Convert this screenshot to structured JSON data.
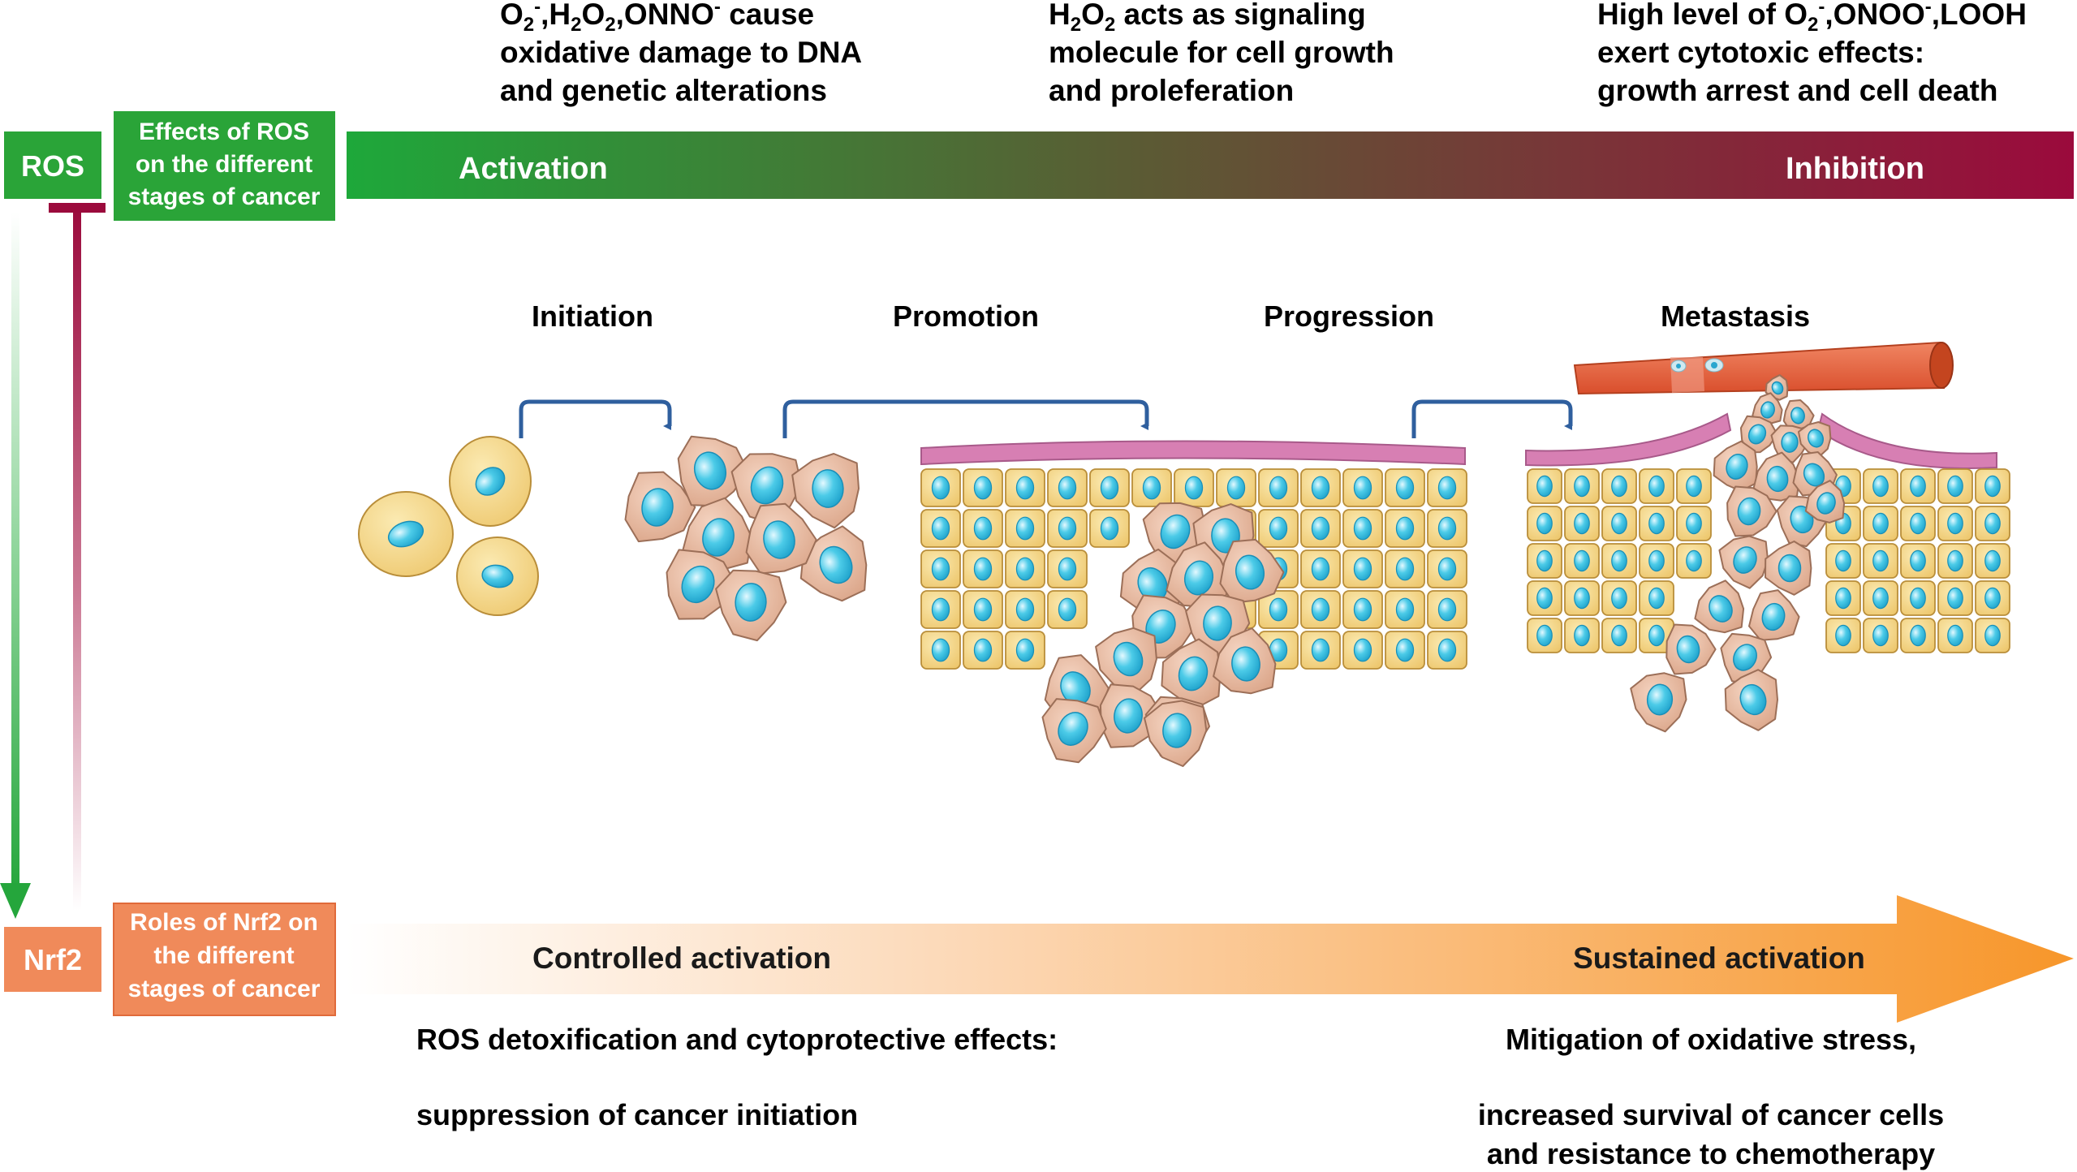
{
  "ros": {
    "label": "ROS",
    "effects_box": [
      "Effects of ROS",
      "on the different",
      "stages of cancer"
    ],
    "bar_left": "Activation",
    "bar_right": "Inhibition",
    "notes": [
      {
        "lines": [
          [
            "O",
            {
              "sub": "2"
            },
            {
              "sup": "-"
            },
            ",H",
            {
              "sub": "2"
            },
            "O",
            {
              "sub": "2"
            },
            ",ONNO",
            {
              "sup": "-"
            },
            " cause"
          ],
          [
            "oxidative damage to DNA"
          ],
          [
            "and genetic alterations"
          ]
        ]
      },
      {
        "lines": [
          [
            "H",
            {
              "sub": "2"
            },
            "O",
            {
              "sub": "2"
            },
            " acts as signaling"
          ],
          [
            "molecule for cell growth"
          ],
          [
            "and proleferation"
          ]
        ]
      },
      {
        "lines": [
          [
            "High level of O",
            {
              "sub": "2"
            },
            {
              "sup": "-"
            },
            ",ONOO",
            {
              "sup": "-"
            },
            ",LOOH"
          ],
          [
            "exert cytotoxic effects:"
          ],
          [
            "growth arrest and cell death"
          ]
        ]
      }
    ],
    "colors": {
      "green": "#2aa438",
      "crimson": "#9b0a3c"
    }
  },
  "stages": [
    "Initiation",
    "Promotion",
    "Progression",
    "Metastasis"
  ],
  "nrf2": {
    "label": "Nrf2",
    "roles_box": [
      "Roles of Nrf2 on",
      "the different",
      "stages of cancer"
    ],
    "arrow_left": "Controlled activation",
    "arrow_right": "Sustained activation",
    "left_note": [
      "ROS detoxification and cytoprotective effects:",
      "suppression of cancer initiation"
    ],
    "right_note": [
      "Mitigation of oxidative stress,",
      "increased survival of cancer cells",
      "and resistance to chemotherapy"
    ],
    "colors": {
      "orange": "#f08a5a",
      "arrow": "#f7a233"
    }
  },
  "palette": {
    "normal_cell": "#f6d98a",
    "normal_cell_stroke": "#b98e3a",
    "cancer_cell": "#e8b89c",
    "cancer_cell_stroke": "#9c6f58",
    "nucleus": "#3cc3e3",
    "membrane": "#d77fb3",
    "vessel": "#e4623f",
    "stage_arrow": "#2f5f9e"
  }
}
